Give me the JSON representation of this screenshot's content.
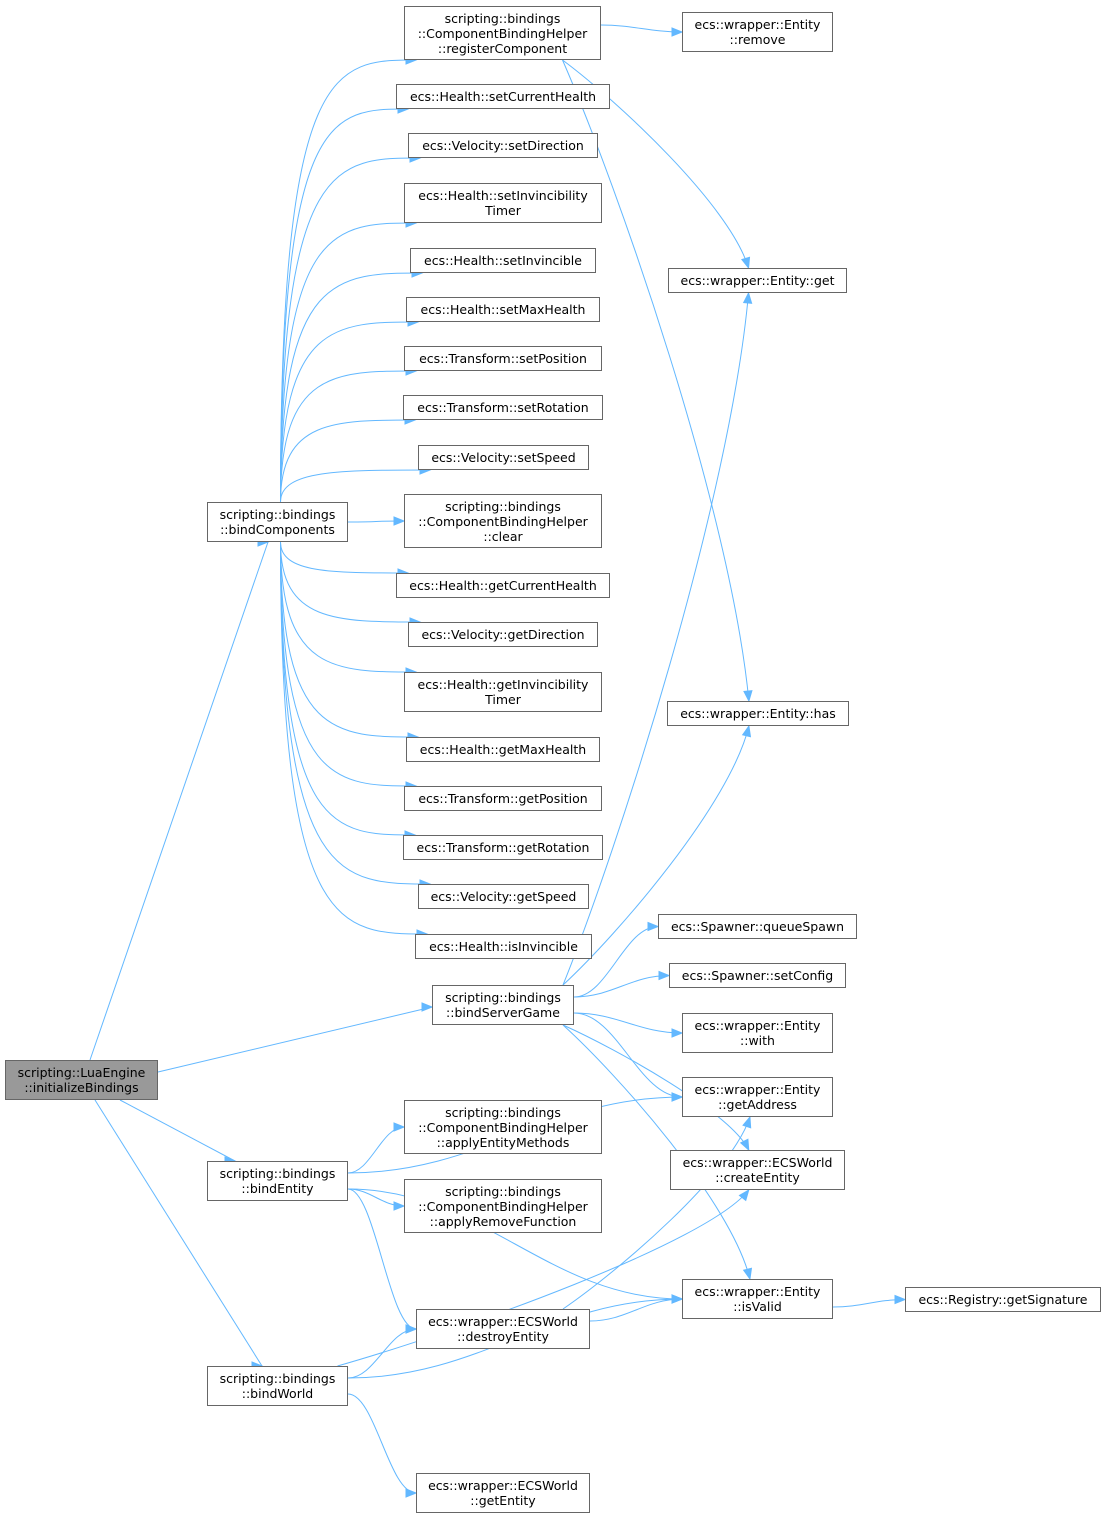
{
  "colors": {
    "edge": "#63b8ff",
    "root_fill": "#999999",
    "node_border": "#666666"
  },
  "nodes": [
    {
      "id": "init",
      "label": "scripting::LuaEngine\n::initializeBindings",
      "root": true
    },
    {
      "id": "bindComponents",
      "label": "scripting::bindings\n::bindComponents"
    },
    {
      "id": "bindServerGame",
      "label": "scripting::bindings\n::bindServerGame"
    },
    {
      "id": "bindEntity",
      "label": "scripting::bindings\n::bindEntity"
    },
    {
      "id": "bindWorld",
      "label": "scripting::bindings\n::bindWorld"
    },
    {
      "id": "registerComponent",
      "label": "scripting::bindings\n::ComponentBindingHelper\n::registerComponent"
    },
    {
      "id": "setCurrentHealth",
      "label": "ecs::Health::setCurrentHealth"
    },
    {
      "id": "setDirection",
      "label": "ecs::Velocity::setDirection"
    },
    {
      "id": "setInvincibilityTimer",
      "label": "ecs::Health::setInvincibility\nTimer"
    },
    {
      "id": "setInvincible",
      "label": "ecs::Health::setInvincible"
    },
    {
      "id": "setMaxHealth",
      "label": "ecs::Health::setMaxHealth"
    },
    {
      "id": "setPosition",
      "label": "ecs::Transform::setPosition"
    },
    {
      "id": "setRotation",
      "label": "ecs::Transform::setRotation"
    },
    {
      "id": "setSpeed",
      "label": "ecs::Velocity::setSpeed"
    },
    {
      "id": "clear",
      "label": "scripting::bindings\n::ComponentBindingHelper\n::clear"
    },
    {
      "id": "getCurrentHealth",
      "label": "ecs::Health::getCurrentHealth"
    },
    {
      "id": "getDirection",
      "label": "ecs::Velocity::getDirection"
    },
    {
      "id": "getInvincibilityTimer",
      "label": "ecs::Health::getInvincibility\nTimer"
    },
    {
      "id": "getMaxHealth",
      "label": "ecs::Health::getMaxHealth"
    },
    {
      "id": "getPosition",
      "label": "ecs::Transform::getPosition"
    },
    {
      "id": "getRotation",
      "label": "ecs::Transform::getRotation"
    },
    {
      "id": "getSpeed",
      "label": "ecs::Velocity::getSpeed"
    },
    {
      "id": "isInvincible",
      "label": "ecs::Health::isInvincible"
    },
    {
      "id": "applyEntityMethods",
      "label": "scripting::bindings\n::ComponentBindingHelper\n::applyEntityMethods"
    },
    {
      "id": "applyRemoveFunction",
      "label": "scripting::bindings\n::ComponentBindingHelper\n::applyRemoveFunction"
    },
    {
      "id": "destroyEntity",
      "label": "ecs::wrapper::ECSWorld\n::destroyEntity"
    },
    {
      "id": "getEntity",
      "label": "ecs::wrapper::ECSWorld\n::getEntity"
    },
    {
      "id": "remove",
      "label": "ecs::wrapper::Entity\n::remove"
    },
    {
      "id": "get",
      "label": "ecs::wrapper::Entity::get"
    },
    {
      "id": "has",
      "label": "ecs::wrapper::Entity::has"
    },
    {
      "id": "queueSpawn",
      "label": "ecs::Spawner::queueSpawn"
    },
    {
      "id": "setConfig",
      "label": "ecs::Spawner::setConfig"
    },
    {
      "id": "with",
      "label": "ecs::wrapper::Entity\n::with"
    },
    {
      "id": "getAddress",
      "label": "ecs::wrapper::Entity\n::getAddress"
    },
    {
      "id": "createEntity",
      "label": "ecs::wrapper::ECSWorld\n::createEntity"
    },
    {
      "id": "isValid",
      "label": "ecs::wrapper::Entity\n::isValid"
    },
    {
      "id": "getSignature",
      "label": "ecs::Registry::getSignature"
    }
  ],
  "edges": [
    [
      "init",
      "bindComponents"
    ],
    [
      "init",
      "bindServerGame"
    ],
    [
      "init",
      "bindEntity"
    ],
    [
      "init",
      "bindWorld"
    ],
    [
      "bindComponents",
      "registerComponent"
    ],
    [
      "bindComponents",
      "setCurrentHealth"
    ],
    [
      "bindComponents",
      "setDirection"
    ],
    [
      "bindComponents",
      "setInvincibilityTimer"
    ],
    [
      "bindComponents",
      "setInvincible"
    ],
    [
      "bindComponents",
      "setMaxHealth"
    ],
    [
      "bindComponents",
      "setPosition"
    ],
    [
      "bindComponents",
      "setRotation"
    ],
    [
      "bindComponents",
      "setSpeed"
    ],
    [
      "bindComponents",
      "clear"
    ],
    [
      "bindComponents",
      "getCurrentHealth"
    ],
    [
      "bindComponents",
      "getDirection"
    ],
    [
      "bindComponents",
      "getInvincibilityTimer"
    ],
    [
      "bindComponents",
      "getMaxHealth"
    ],
    [
      "bindComponents",
      "getPosition"
    ],
    [
      "bindComponents",
      "getRotation"
    ],
    [
      "bindComponents",
      "getSpeed"
    ],
    [
      "bindComponents",
      "isInvincible"
    ],
    [
      "registerComponent",
      "remove"
    ],
    [
      "registerComponent",
      "get"
    ],
    [
      "registerComponent",
      "has"
    ],
    [
      "bindServerGame",
      "get"
    ],
    [
      "bindServerGame",
      "has"
    ],
    [
      "bindServerGame",
      "queueSpawn"
    ],
    [
      "bindServerGame",
      "setConfig"
    ],
    [
      "bindServerGame",
      "with"
    ],
    [
      "bindServerGame",
      "getAddress"
    ],
    [
      "bindServerGame",
      "createEntity"
    ],
    [
      "bindServerGame",
      "isValid"
    ],
    [
      "bindEntity",
      "getAddress"
    ],
    [
      "bindEntity",
      "applyEntityMethods"
    ],
    [
      "bindEntity",
      "applyRemoveFunction"
    ],
    [
      "bindEntity",
      "destroyEntity"
    ],
    [
      "bindEntity",
      "isValid"
    ],
    [
      "bindWorld",
      "destroyEntity"
    ],
    [
      "bindWorld",
      "createEntity"
    ],
    [
      "bindWorld",
      "isValid"
    ],
    [
      "bindWorld",
      "getEntity"
    ],
    [
      "destroyEntity",
      "getAddress"
    ],
    [
      "destroyEntity",
      "isValid"
    ],
    [
      "isValid",
      "getSignature"
    ]
  ]
}
